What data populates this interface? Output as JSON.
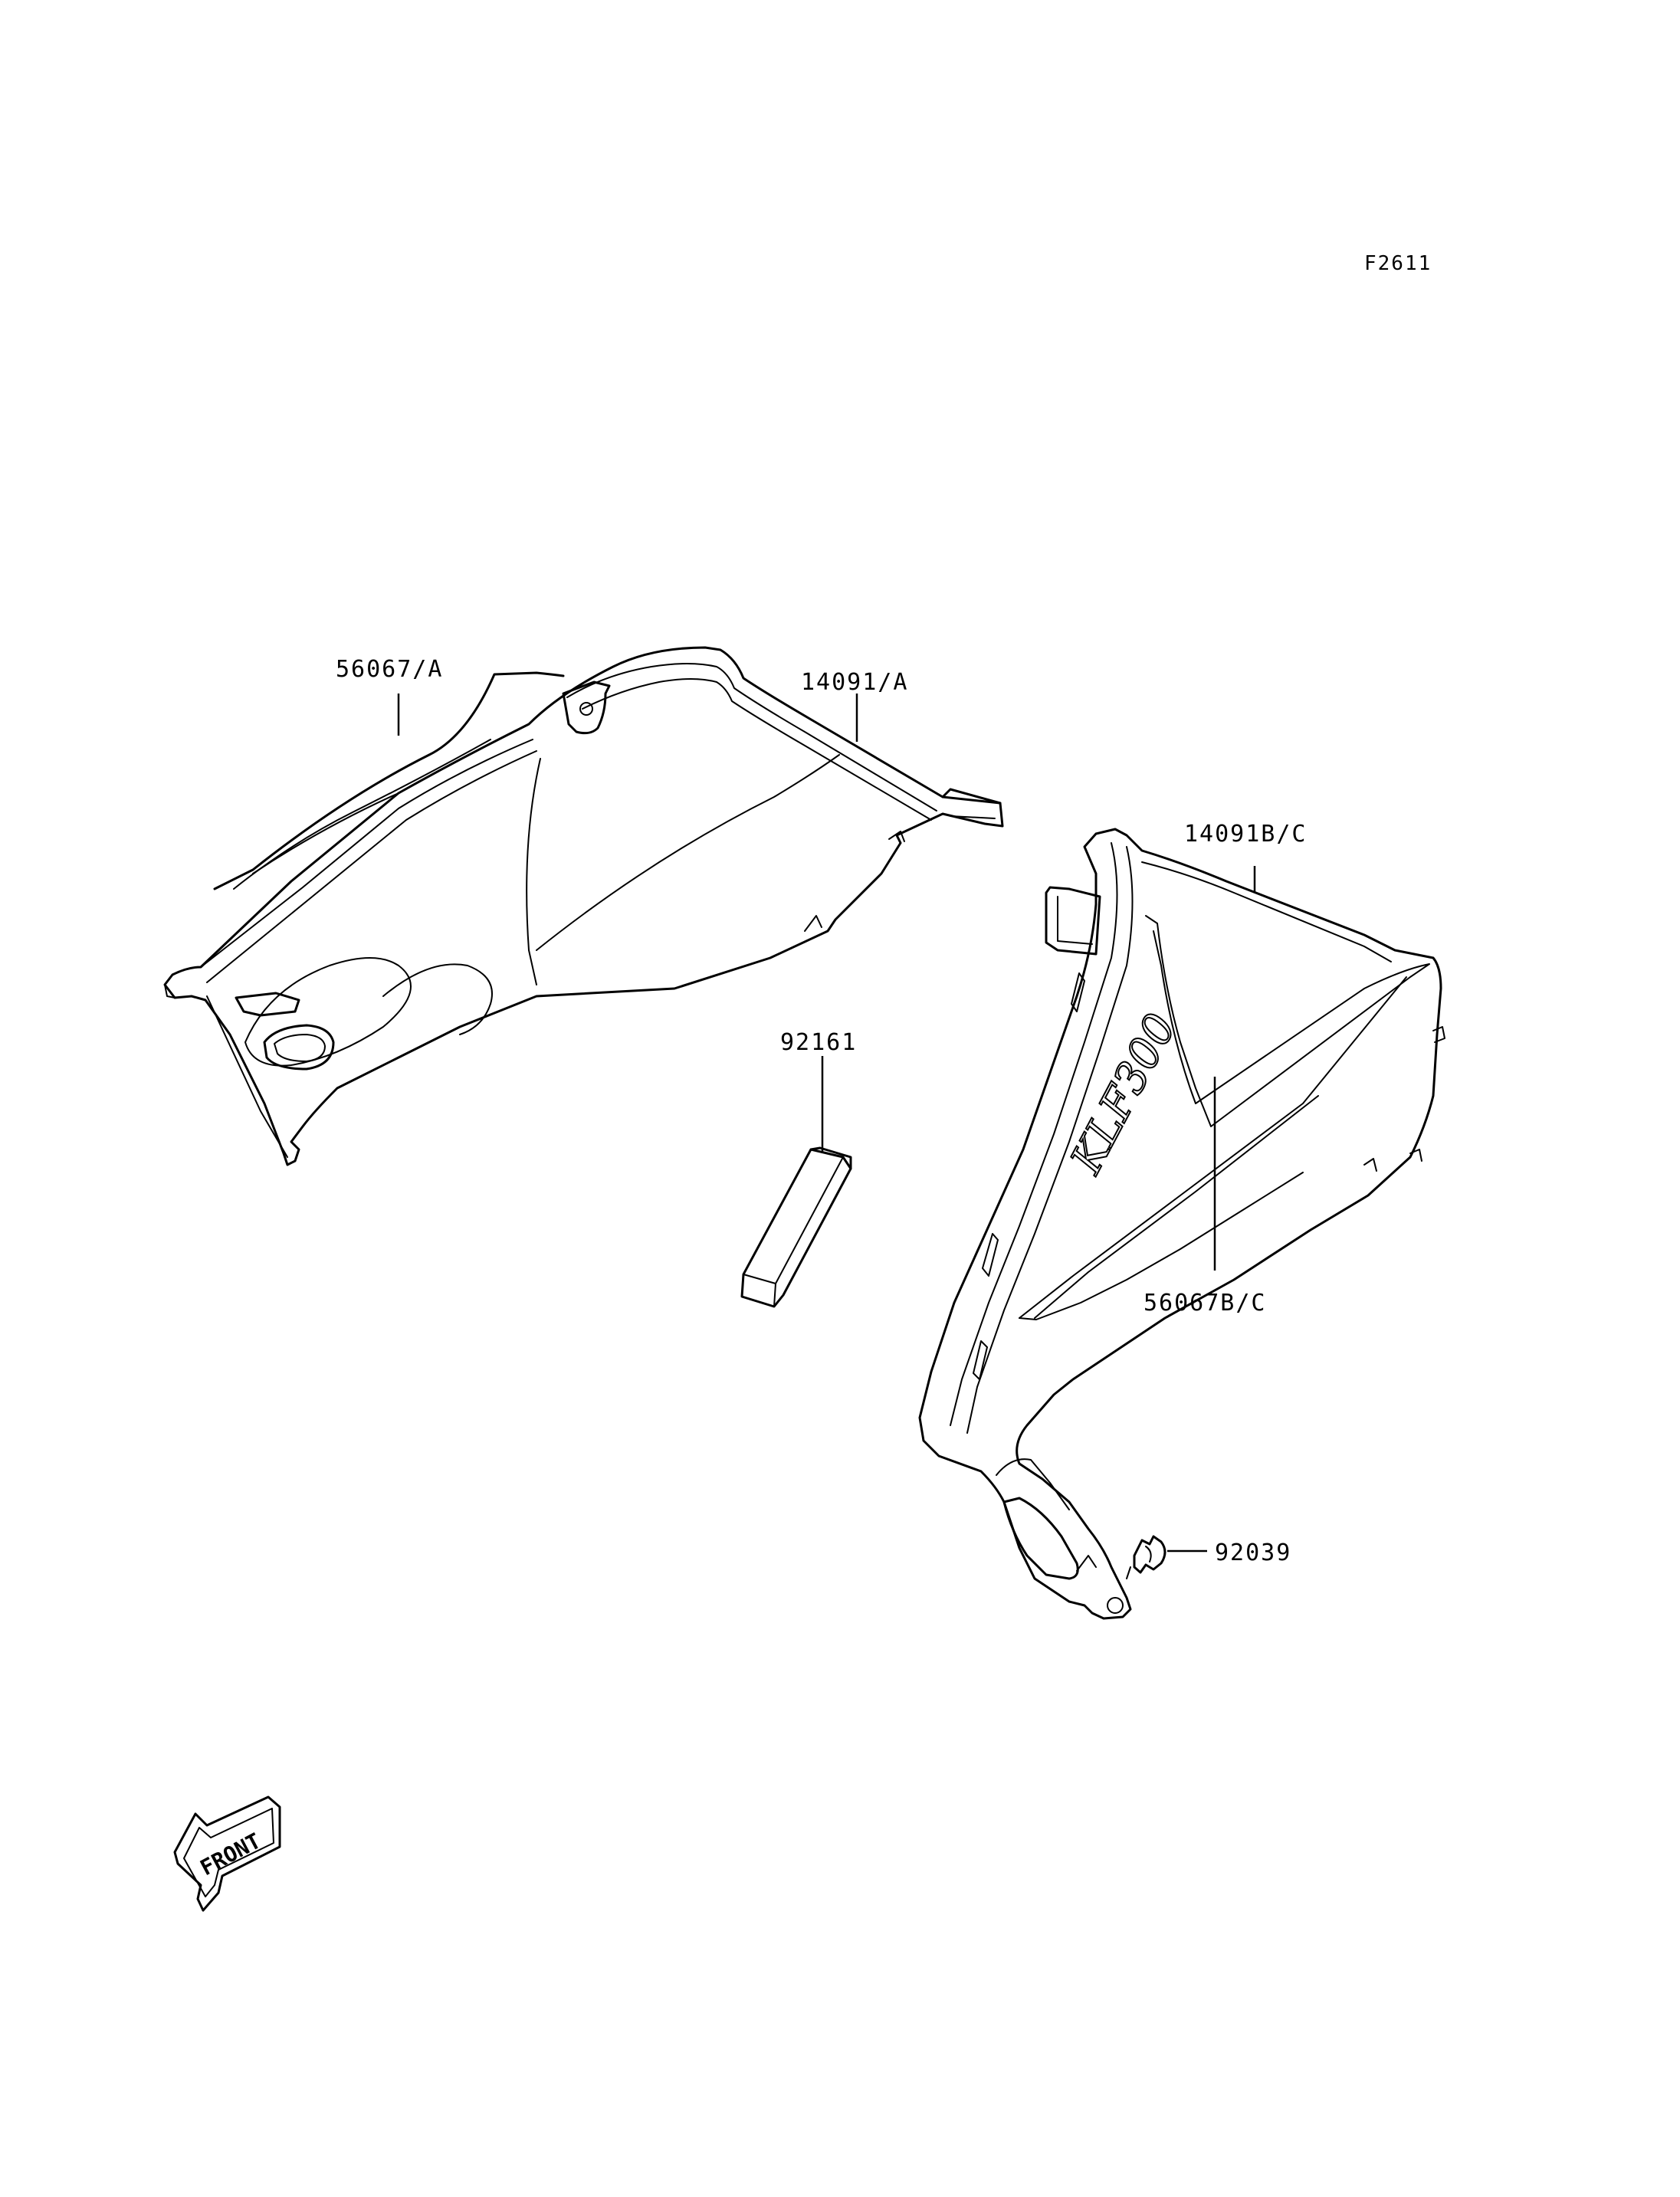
{
  "figure_code": "F2611",
  "parts": [
    {
      "id": "cover-left",
      "number": "56067/A"
    },
    {
      "id": "panel-left",
      "number": "14091/A"
    },
    {
      "id": "panel-right",
      "number": "14091B/C"
    },
    {
      "id": "pad",
      "number": "92161"
    },
    {
      "id": "cover-right",
      "number": "56067B/C"
    },
    {
      "id": "clip",
      "number": "92039"
    }
  ],
  "decal_text": "KLF300",
  "front_arrow": {
    "label": "FRONT",
    "icon": "front-direction-arrow-icon"
  },
  "colors": {
    "ink": "#000000",
    "paper": "#ffffff"
  }
}
